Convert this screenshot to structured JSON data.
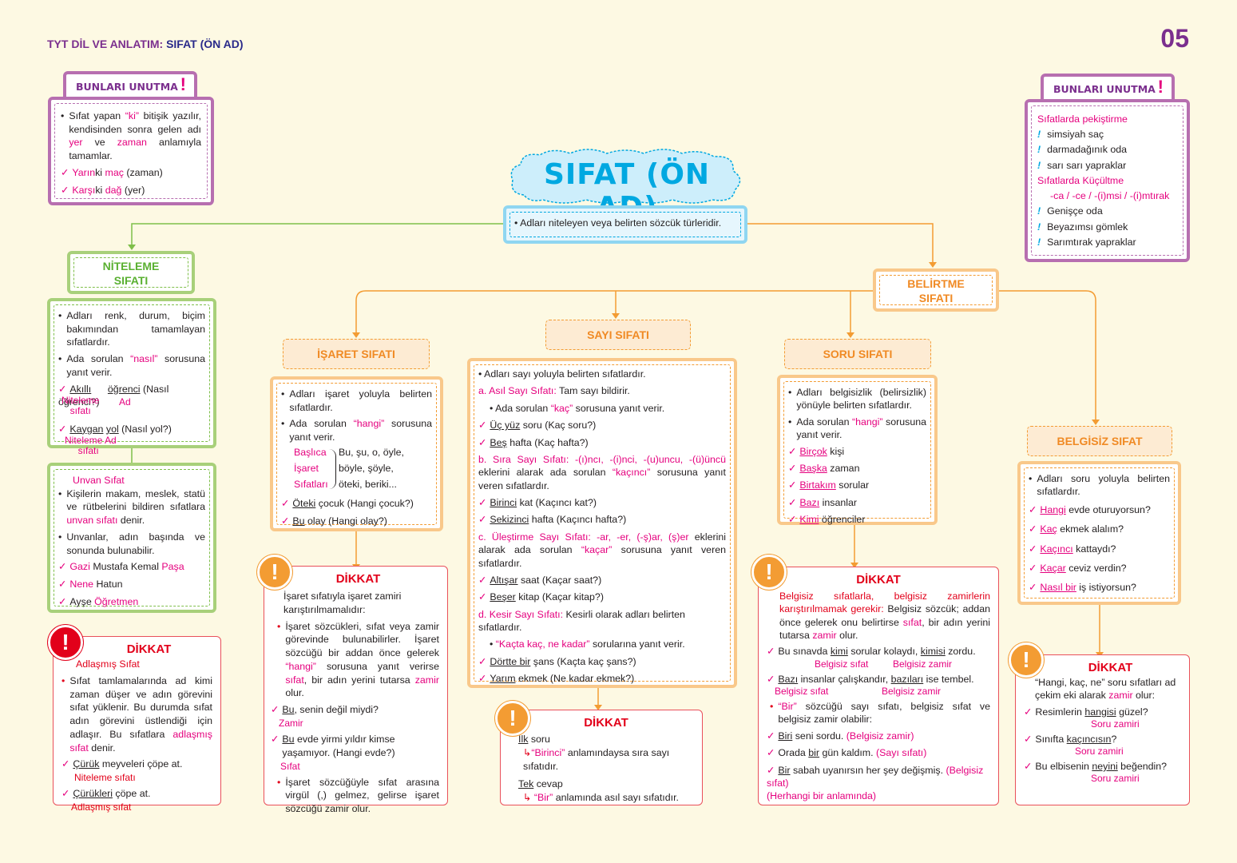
{
  "header": {
    "subject_prefix": "TYT DİL VE ANLATIM:",
    "subject_topic": "SIFAT (ÖN AD)",
    "page_number": "05"
  },
  "title": {
    "main": "SIFAT (ÖN AD)",
    "definition": "Adları niteleyen veya belirten sözcük türleridir."
  },
  "left_note": {
    "tag": "BUNLARI UNUTMA",
    "exclaim": "!",
    "text_a": "Sıfat yapan ",
    "ki": "“ki”",
    "text_b": " bitişik yazılır, kendisinden sonra gelen adı ",
    "yer": "yer",
    "text_c": " ve ",
    "zaman": "zaman",
    "text_d": " anlamıyla tamamlar.",
    "ex1_a": "Yarın",
    "ex1_b": "ki ",
    "ex1_c": "maç",
    "ex1_d": " (zaman)",
    "ex2_a": "Karşı",
    "ex2_b": "ki ",
    "ex2_c": "dağ",
    "ex2_d": " (yer)"
  },
  "right_note": {
    "tag": "BUNLARI UNUTMA",
    "exclaim": "!",
    "heading1": "Sıfatlarda pekiştirme",
    "items1": [
      "simsiyah saç",
      "darmadağınık oda",
      "sarı sarı yapraklar"
    ],
    "heading2": "Sıfatlarda Küçültme",
    "suffix": "-ca / -ce / -(i)msi / -(i)mtırak",
    "items2": [
      "Genişçe oda",
      "Beyazımsı gömlek",
      "Sarımtırak yapraklar"
    ]
  },
  "niteleme": {
    "title1": "NİTELEME",
    "title2": "SIFATI",
    "b1": "Adları renk, durum, biçim bakımından tamamlayan sıfatlardır.",
    "b2_a": "Ada sorulan ",
    "b2_q": "“nasıl”",
    "b2_b": " sorusuna yanıt verir.",
    "ex1_adj": "Akıllı",
    "ex1_noun": "öğrenci",
    "ex1_q": " (Nasıl öğrenci?)",
    "lbl_nit": "Niteleme",
    "lbl_sif": "sıfatı",
    "lbl_ad": "Ad",
    "ex2_adj": "Kaygan",
    "ex2_noun": "yol",
    "ex2_q": " (Nasıl yol?)",
    "lbl2_nit": "Niteleme",
    "lbl2_ad": "Ad",
    "lbl2_sif": "sıfatı"
  },
  "unvan": {
    "title": "Unvan Sıfat",
    "b1_a": "Kişilerin makam, meslek, statü ve rütbelerini bildiren sıfatlara ",
    "b1_m": "unvan sıfatı",
    "b1_b": " denir.",
    "b2": "Unvanlar, adın başında ve sonunda bulunabilir.",
    "ex1_a": "Gazi",
    "ex1_b": " Mustafa Kemal ",
    "ex1_c": "Paşa",
    "ex2_a": "Nene",
    "ex2_b": " Hatun",
    "ex3_a": "Ayşe ",
    "ex3_b": "Öğretmen"
  },
  "dikkat_left": {
    "title": "DİKKAT",
    "sub": "Adlaşmış Sıfat",
    "b1_a": "Sıfat tamlamalarında ad kimi zaman düşer ve adın görevini sıfat yüklenir. Bu durumda sıfat adın görevini üstlendiği için adlaşır. Bu sıfatlara ",
    "b1_m": "adlaşmış sıfat",
    "b1_b": " denir.",
    "ex1_a": "Çürük",
    "ex1_b": " meyveleri çöpe at.",
    "ex1_lbl": "Niteleme sıfatı",
    "ex2_a": "Çürükleri",
    "ex2_b": "   çöpe at.",
    "ex2_lbl": "Adlaşmış sıfat"
  },
  "isaret": {
    "title": "İŞARET SIFATI",
    "b1": "Adları işaret yoluyla belirten sıfatlardır.",
    "b2_a": "Ada sorulan ",
    "b2_q": "“hangi”",
    "b2_b": " sorusuna yanıt verir.",
    "lbl1": "Başlıca",
    "lbl2": "İşaret",
    "lbl3": "Sıfatları",
    "w1": "Bu, şu, o, öyle,",
    "w2": "böyle, şöyle,",
    "w3": "öteki, beriki...",
    "ex1_a": "Öteki",
    "ex1_b": " çocuk (Hangi çocuk?)",
    "ex2_a": "Bu",
    "ex2_b": " olay (Hangi olay?)"
  },
  "dikkat_isaret": {
    "title": "DİKKAT",
    "intro": "İşaret sıfatıyla işaret zamiri karıştırılmamalıdır:",
    "b1_a": "İşaret sözcükleri, sıfat veya zamir görevinde bulunabilirler. İşaret sözcüğü bir addan önce gelerek ",
    "b1_q": "“hangi”",
    "b1_b": " sorusuna yanıt verirse ",
    "b1_s": "sıfat",
    "b1_c": ", bir adın yerini tutarsa ",
    "b1_z": "zamir",
    "b1_d": " olur.",
    "ex1_a": "Bu",
    "ex1_b": ", senin değil miydi?",
    "ex1_lbl": "Zamir",
    "ex2_a": "Bu",
    "ex2_b": " evde yirmi yıldır kimse yaşamıyor. (Hangi evde?)",
    "ex2_lbl": "Sıfat",
    "b2": "İşaret sözcüğüyle sıfat arasına virgül (,) gelmez, gelirse işaret sözcüğü zamir olur."
  },
  "sayi": {
    "title": "SAYI SIFATI",
    "b1": "Adları sayı yoluyla belirten sıfatlardır.",
    "a_lbl": "a.  Asıl Sayı Sıfatı:",
    "a_txt": " Tam sayı bildirir.",
    "a_b_a": "Ada sorulan ",
    "a_b_q": "“kaç”",
    "a_b_b": " sorusuna yanıt verir.",
    "a_ex1_a": "Üç yüz",
    "a_ex1_b": " soru (Kaç soru?)",
    "a_ex2_a": "Beş",
    "a_ex2_b": "  hafta (Kaç hafta?)",
    "b_lbl": "b.  Sıra Sayı Sıfatı: -(ı)ncı, -(i)nci, -(u)uncu, -(ü)üncü",
    "b_txt_a": " eklerini alarak ada sorulan ",
    "b_txt_q": "“kaçıncı”",
    "b_txt_b": " sorusuna yanıt veren sıfatlardır.",
    "b_ex1_a": "Birinci",
    "b_ex1_b": " kat (Kaçıncı kat?)",
    "b_ex2_a": "Sekizinci",
    "b_ex2_b": " hafta (Kaçıncı hafta?)",
    "c_lbl": "c.  Üleştirme Sayı Sıfatı: -ar, -er, (-ş)ar, (ş)er",
    "c_txt": "  eklerini alarak ada sorulan ",
    "c_q": "“kaçar”",
    "c_txt_b": " sorusuna yanıt veren sıfatlardır.",
    "c_ex1_a": "Altışar",
    "c_ex1_b": " saat (Kaçar saat?)",
    "c_ex2_a": "Beşer",
    "c_ex2_b": "  kitap (Kaçar kitap?)",
    "d_lbl": "d.  Kesir Sayı Sıfatı:",
    "d_txt": " Kesirli olarak adları belirten sıfatlardır.",
    "d_b_q": "“Kaçta kaç, ne kadar”",
    "d_b_b": " sorularına yanıt verir.",
    "d_ex1_a": "Dörtte bir",
    "d_ex1_b": " şans (Kaçta kaç şans?)",
    "d_ex2_a": "Yarım",
    "d_ex2_b": " ekmek (Ne kadar ekmek?)"
  },
  "dikkat_sayi": {
    "title": "DİKKAT",
    "ex1": "İlk",
    "ex1_b": " soru",
    "ex1_m": "“Birinci”",
    "ex1_c": " anlamındaysa sıra sayı sıfatıdır.",
    "ex2": "Tek",
    "ex2_b": " cevap",
    "ex2_m": "“Bir”",
    "ex2_c": " anlamında  asıl sayı sıfatıdır."
  },
  "belirtme": {
    "title1": "BELİRTME",
    "title2": "SIFATI"
  },
  "soru": {
    "title": "SORU SIFATI",
    "b1": "Adları belgisizlik (belirsizlik) yönüyle belirten sıfatlardır.",
    "b2_a": "Ada sorulan ",
    "b2_q": "“hangi”",
    "b2_b": " sorusuna yanıt verir.",
    "ex": [
      [
        "Birçok",
        " kişi"
      ],
      [
        "Başka",
        " zaman"
      ],
      [
        "Birtakım",
        " sorular"
      ],
      [
        "Bazı",
        " insanlar"
      ],
      [
        "Kimi",
        " öğrenciler"
      ]
    ]
  },
  "dikkat_soru": {
    "title": "DİKKAT",
    "intro_r": "Belgisiz sıfatlarla, belgisiz zamirlerin karıştırılmamak gerekir:",
    "intro_b": " Belgisiz sözcük; addan önce gelerek onu belirtirse ",
    "intro_s": "sıfat",
    "intro_c": ", bir adın yerini tutarsa ",
    "intro_z": "zamir",
    "intro_d": " olur.",
    "ex1_a": "Bu sınavda ",
    "ex1_u1": "kimi",
    "ex1_b": " sorular kolaydı, ",
    "ex1_u2": "kimisi",
    "ex1_c": " zordu.",
    "ex1_l1": "Belgisiz sıfat",
    "ex1_l2": "Belgisiz zamir",
    "ex2_u1": "Bazı",
    "ex2_b": " insanlar çalışkandır, ",
    "ex2_u2": "bazıları",
    "ex2_c": " ise tembel.",
    "ex2_l1": "Belgisiz sıfat",
    "ex2_l2": "Belgisiz zamir",
    "b1_q": "“Bir”",
    "b1_b": " sözcüğü sayı sıfatı, belgisiz sıfat ve belgisiz zamir olabilir:",
    "e3_a": "Biri",
    "e3_b": " seni sordu. ",
    "e3_c": "(Belgisiz zamir)",
    "e4_a": "Orada ",
    "e4_u": "bir",
    "e4_b": " gün kaldım. ",
    "e4_c": "(Sayı sıfatı)",
    "e5_a": "Bir",
    "e5_b": " sabah uyanırsın her şey değişmiş. ",
    "e5_c": "(Belgisiz sıfat)",
    "e5_d": "(Herhangi bir anlamında)"
  },
  "belgisiz": {
    "title": "BELGİSİZ SIFAT",
    "b1": "Adları soru yoluyla belirten sıfatlardır.",
    "ex": [
      [
        "Hangi",
        " evde oturuyorsun?"
      ],
      [
        "Kaç",
        " ekmek alalım?"
      ],
      [
        "Kaçıncı",
        " kattaydı?"
      ],
      [
        "Kaçar",
        " ceviz verdin?"
      ],
      [
        "Nasıl bir",
        " iş istiyorsun?"
      ]
    ]
  },
  "dikkat_belgisiz": {
    "title": "DİKKAT",
    "intro_a": "“Hangi, kaç, ne” soru sıfatları ad çekim eki alarak ",
    "intro_z": "zamir",
    "intro_b": " olur:",
    "e1_a": "Resimlerin ",
    "e1_u": "hangisi",
    "e1_b": " güzel?",
    "e1_l": "Soru zamiri",
    "e2_a": "Sınıfta ",
    "e2_u": "kaçıncısın",
    "e2_b": "?",
    "e2_l": "Soru zamiri",
    "e3_a": "Bu elbisenin ",
    "e3_u": "neyini",
    "e3_b": " beğendin?",
    "e3_l": "Soru zamiri"
  },
  "colors": {
    "purple": "#7b2f8e",
    "magenta": "#e5007e",
    "green": "#7fbf4a",
    "orange": "#f39c33",
    "red": "#e2001a",
    "cyan": "#00a8e1"
  }
}
